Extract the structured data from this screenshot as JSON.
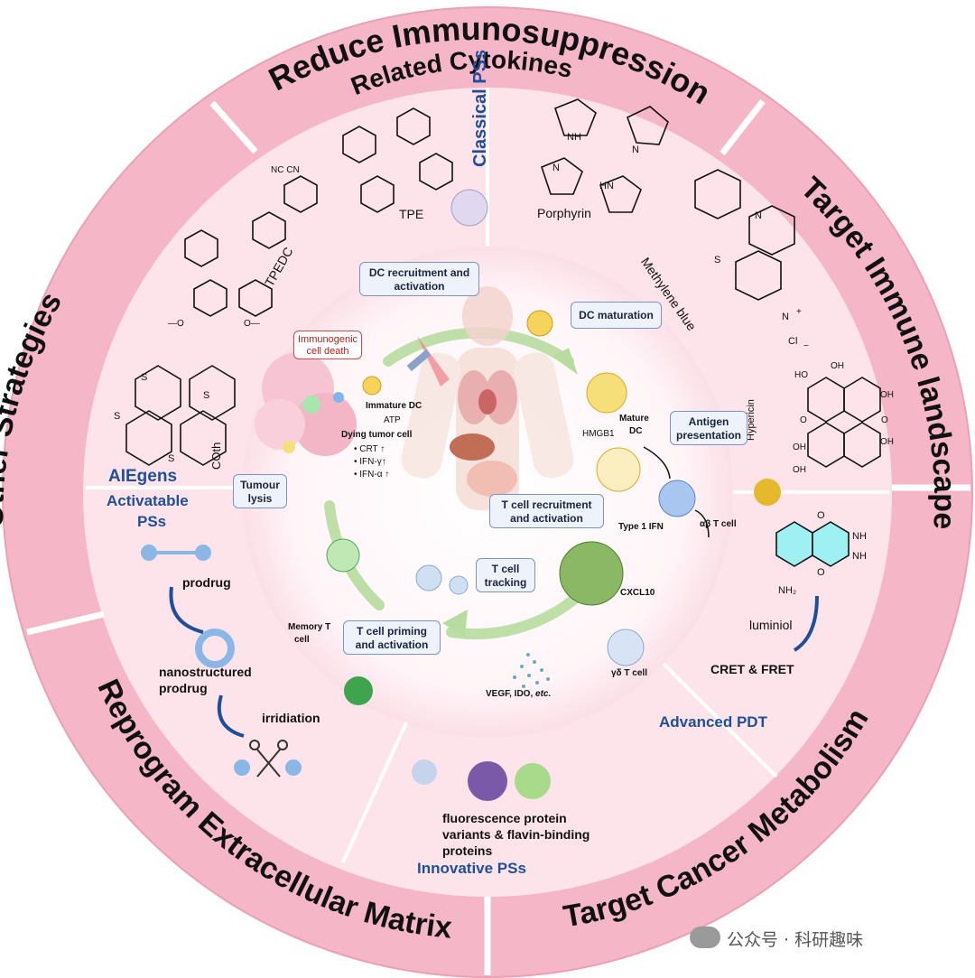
{
  "outer_sections": {
    "reduce_line1": "Reduce  Immunosuppression",
    "reduce_line2": "Related Cytokines",
    "target_immune": "Target  Immune landscape",
    "target_metabolism": "Target Cancer  Metabolism",
    "reprogram_ecm": "Reprogram Extracellular Matrix",
    "other_strategies": "Other Strategies"
  },
  "middle_ring": {
    "classical_pss": "Classical PSs",
    "porphyrin": "Porphyrin",
    "methylene_blue": "Methylene blue",
    "hypericin": "Hypericin",
    "tpe": "TPE",
    "tpedc": "TPEDC",
    "coth": "COth",
    "aiegens": "AIEgens",
    "activatable_line1": "Activatable",
    "activatable_line2": "PSs",
    "prodrug": "prodrug",
    "nanostructured_line1": "nanostructured",
    "nanostructured_line2": "prodrug",
    "irridiation": "irridiation",
    "luminiol": "luminiol",
    "cret_fret": "CRET & FRET",
    "advanced_pdt": "Advanced PDT",
    "fluorescence_line1": "fluorescence protein",
    "fluorescence_line2": "variants & flavin-binding",
    "fluorescence_line3": "proteins",
    "innovative_pss": "Innovative PSs"
  },
  "molecules": {
    "nc_cn": "NC   CN",
    "methoxy_left": "—O",
    "methoxy_right": "O—",
    "nh": "NH",
    "hn": "HN",
    "n1": "N",
    "n2": "N",
    "mb_n": "N",
    "mb_s": "S",
    "mb_nplus": "N",
    "mb_plus": "+",
    "mb_cl": "Cl",
    "mb_minus": "−",
    "s1": "S",
    "s2": "S",
    "s3": "S",
    "s4": "S",
    "oh1": "HO",
    "oh2": "OH",
    "oh3": "OH",
    "oh4": "OH",
    "o1": "O",
    "o2": "O",
    "oh5": "OH",
    "oh6": "OH",
    "lum_o1": "O",
    "lum_o2": "O",
    "lum_nh1": "NH",
    "lum_nh2": "NH",
    "lum_nh3": "NH₂"
  },
  "inner_cycle": {
    "dc_recruitment_line1": "DC recruitment and",
    "dc_recruitment_line2": "activation",
    "dc_maturation": "DC maturation",
    "antigen_line1": "Antigen",
    "antigen_line2": "presentation",
    "immunogenic_line1": "Immunogenic",
    "immunogenic_line2": "cell death",
    "immature_dc": "Immature DC",
    "atp": "ATP",
    "dying_tumor": "Dying tumor cell",
    "crt": "• CRT ↑",
    "ifn_gamma": "• IFN-γ↑",
    "ifn_alpha": "• IFN-α ↑",
    "hmgb1": "HMGB1",
    "mature_line1": "Mature",
    "mature_line2": "DC",
    "tumour_line1": "Tumour",
    "tumour_line2": "lysis",
    "t_recruit_line1": "T cell recruitment",
    "t_recruit_line2": "and activation",
    "type1_ifn": "Type 1 IFN",
    "ab_t_cell": "αβ T cell",
    "t_tracking_line1": "T cell",
    "t_tracking_line2": "tracking",
    "cxcl10": "CXCL10",
    "memory_line1": "Memory T",
    "memory_line2": "cell",
    "t_priming_line1": "T cell priming",
    "t_priming_line2": "and activation",
    "gd_t_cell": "γδ T cell",
    "vegf": "VEGF, IDO, ",
    "etc": "etc."
  },
  "watermark": "公众号 · 科研趣味",
  "colors": {
    "outer_ring": "#f5b7c8",
    "middle_ring": "#fde4ea",
    "inner_disc": "#fff7f9",
    "section_title_blue": "#1f4f9a",
    "cycle_arrow": "#b8dca0",
    "box_border": "#7d93c2",
    "red_box_border": "#d04848"
  }
}
